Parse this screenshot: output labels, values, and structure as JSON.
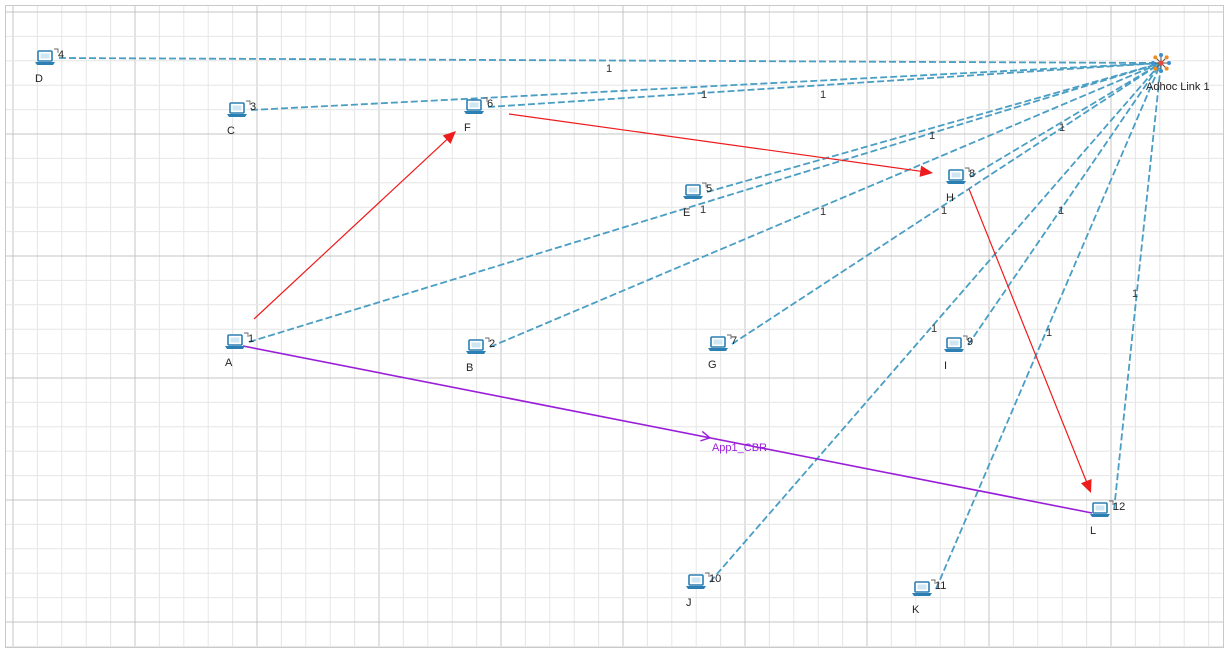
{
  "colors": {
    "grid_minor": "#e6e6e6",
    "grid_major": "#c4c4c4",
    "wireless_link": "#4a9ec4",
    "packet_flow": "#ee1c1c",
    "application": "#9a1ed8",
    "node_icon": "#2b7fb3"
  },
  "adhoc_link": {
    "label": "Adhoc Link 1",
    "icon": "adhoc-link-icon"
  },
  "nodes": [
    {
      "key": "A",
      "name": "A",
      "id": "1"
    },
    {
      "key": "B",
      "name": "B",
      "id": "2"
    },
    {
      "key": "C",
      "name": "C",
      "id": "3"
    },
    {
      "key": "D",
      "name": "D",
      "id": "4"
    },
    {
      "key": "E",
      "name": "E",
      "id": "5"
    },
    {
      "key": "F",
      "name": "F",
      "id": "6"
    },
    {
      "key": "G",
      "name": "G",
      "id": "7"
    },
    {
      "key": "H",
      "name": "H",
      "id": "8"
    },
    {
      "key": "I",
      "name": "I",
      "id": "9"
    },
    {
      "key": "J",
      "name": "J",
      "id": "10"
    },
    {
      "key": "K",
      "name": "K",
      "id": "11"
    },
    {
      "key": "L",
      "name": "L",
      "id": "12"
    }
  ],
  "wireless_links": [
    {
      "from": "D",
      "label": "1"
    },
    {
      "from": "C",
      "label": "1"
    },
    {
      "from": "F",
      "label": "1"
    },
    {
      "from": "E",
      "label": "1"
    },
    {
      "from": "A",
      "label": "1"
    },
    {
      "from": "B",
      "label": "1"
    },
    {
      "from": "H",
      "label": "1"
    },
    {
      "from": "G",
      "label": "1"
    },
    {
      "from": "I",
      "label": "1"
    },
    {
      "from": "J",
      "label": "1"
    },
    {
      "from": "K",
      "label": "1"
    },
    {
      "from": "L",
      "label": "1"
    }
  ],
  "packet_flow": [
    "A",
    "F",
    "H",
    "L"
  ],
  "application": {
    "label": "App1_CBR",
    "from": "A",
    "to": "L"
  }
}
